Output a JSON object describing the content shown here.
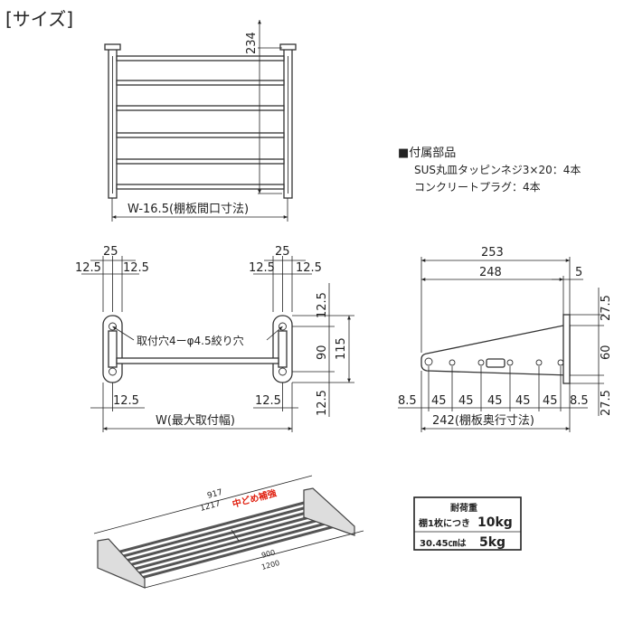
{
  "section_title": "[サイズ]",
  "front_view": {
    "height": "234",
    "width": "W-16.5(棚板間口寸法)"
  },
  "accessories": {
    "heading": "■付属部品",
    "items": [
      "SUS丸皿タッピンネジ3×20：4本",
      "コンクリートプラグ：4本"
    ]
  },
  "bracket_view": {
    "left_25": "25",
    "right_25": "25",
    "left_12_5_a": "12.5",
    "left_12_5_b": "12.5",
    "right_12_5_a": "12.5",
    "right_12_5_b": "12.5",
    "hole_label": "取付穴4ーφ4.5絞り穴",
    "v_top": "12.5",
    "v_mid": "90",
    "v_total": "115",
    "v_bottom": "12.5",
    "bottom_left": "12.5",
    "bottom_right": "12.5",
    "width": "W(最大取付幅)"
  },
  "side_view": {
    "total": "253",
    "inner": "248",
    "offset": "5",
    "v_top": "27.5",
    "v_mid": "60",
    "v_bottom": "27.5",
    "seg_left": "8.5",
    "segs": [
      "45",
      "45",
      "45",
      "45",
      "45"
    ],
    "seg_right": "8.5",
    "depth": "242(棚板奥行寸法)"
  },
  "iso_view": {
    "w1": "917",
    "w2": "1217",
    "reinforce": "中どめ補強",
    "d1": "900",
    "d2": "1200"
  },
  "load_box": {
    "title": "耐荷重",
    "line1_prefix": "棚1枚につき",
    "line1_value": "10kg",
    "line2_prefix": "30.45㎝は",
    "line2_value": "5kg"
  },
  "colors": {
    "reinforce": "#e02010"
  }
}
